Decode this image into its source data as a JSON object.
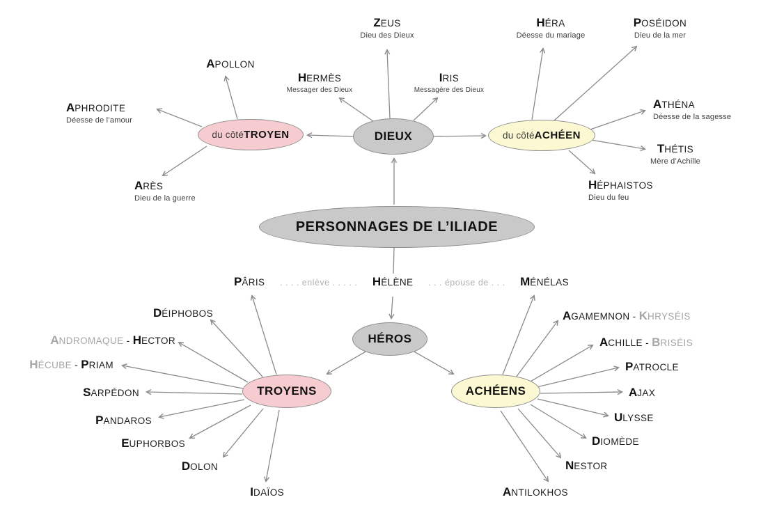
{
  "title": {
    "text": "PERSONNAGES DE L’ILIADE"
  },
  "colors": {
    "gray_node": "#c9c9c9",
    "pink_node": "#f7ccd0",
    "yellow_node": "#fbf8d2",
    "line": "#8a8a8a",
    "muted_text": "#a6a6a6"
  },
  "hubs": {
    "dieux": {
      "label": "DIEUX"
    },
    "troyen_side": {
      "prefix": "du côté ",
      "label": "TROYEN"
    },
    "acheen_side": {
      "prefix": "du côté ",
      "label": "ACHÉEN"
    },
    "heros": {
      "label": "HÉROS"
    },
    "troyens": {
      "label": "TROYENS"
    },
    "acheens": {
      "label": "ACHÉENS"
    }
  },
  "gods": {
    "zeus": {
      "initial": "Z",
      "rest": "EUS",
      "subtitle": "Dieu des Dieux"
    },
    "hermes": {
      "initial": "H",
      "rest": "ERMÈS",
      "subtitle": "Messager des Dieux"
    },
    "iris": {
      "initial": "I",
      "rest": "RIS",
      "subtitle": "Messagère des Dieux"
    },
    "hera": {
      "initial": "H",
      "rest": "ÉRA",
      "subtitle": "Déesse du mariage"
    },
    "poseidon": {
      "initial": "P",
      "rest": "OSÉIDON",
      "subtitle": "Dieu de la mer"
    },
    "apollon": {
      "initial": "A",
      "rest": "POLLON"
    },
    "aphrodite": {
      "initial": "A",
      "rest": "PHRODITE",
      "subtitle": "Déesse de l’amour"
    },
    "ares": {
      "initial": "A",
      "rest": "RÈS",
      "subtitle": "Dieu de la guerre"
    },
    "athena": {
      "initial": "A",
      "rest": "THÉNA",
      "subtitle": "Déesse de la sagesse"
    },
    "thetis": {
      "initial": "T",
      "rest": "HÉTIS",
      "subtitle": "Mère d’Achille"
    },
    "hephaistos": {
      "initial": "H",
      "rest": "ÉPHAISTOS",
      "subtitle": "Dieu du feu"
    }
  },
  "relation": {
    "paris": {
      "initial": "P",
      "rest": "ÂRIS"
    },
    "link1": ". . . . enlève . . . . .",
    "helene": {
      "initial": "H",
      "rest": "ÉLÈNE"
    },
    "link2": ". . . épouse de . . .",
    "menelas": {
      "initial": "M",
      "rest": "ÉNÉLAS"
    }
  },
  "troyens_members": {
    "deiphobos": {
      "initial": "D",
      "rest": "ÉIPHOBOS"
    },
    "andromaque_hector": {
      "a_initial": "A",
      "a_rest": "NDROMAQUE",
      "sep": " - ",
      "b_initial": "H",
      "b_rest": "ECTOR"
    },
    "hecube_priam": {
      "a_initial": "H",
      "a_rest": "ÉCUBE",
      "sep": " - ",
      "b_initial": "P",
      "b_rest": "RIAM"
    },
    "sarpedon": {
      "initial": "S",
      "rest": "ARPÉDON"
    },
    "pandaros": {
      "initial": "P",
      "rest": "ANDAROS"
    },
    "euphorbos": {
      "initial": "E",
      "rest": "UPHORBOS"
    },
    "dolon": {
      "initial": "D",
      "rest": "OLON"
    },
    "idaios": {
      "initial": "I",
      "rest": "DAÏOS"
    }
  },
  "acheens_members": {
    "agamemnon_khryseis": {
      "a_initial": "A",
      "a_rest": "GAMEMNON",
      "sep": " - ",
      "b_initial": "K",
      "b_rest": "HRYSÉIS"
    },
    "achille_briseis": {
      "a_initial": "A",
      "a_rest": "CHILLE",
      "sep": " - ",
      "b_initial": "B",
      "b_rest": "RISÉIS"
    },
    "patrocle": {
      "initial": "P",
      "rest": "ATROCLE"
    },
    "ajax": {
      "initial": "A",
      "rest": "JAX"
    },
    "ulysse": {
      "initial": "U",
      "rest": "LYSSE"
    },
    "diomede": {
      "initial": "D",
      "rest": "IOMÈDE"
    },
    "nestor": {
      "initial": "N",
      "rest": "ESTOR"
    },
    "antilokhos": {
      "initial": "A",
      "rest": "NTILOKHOS"
    }
  }
}
